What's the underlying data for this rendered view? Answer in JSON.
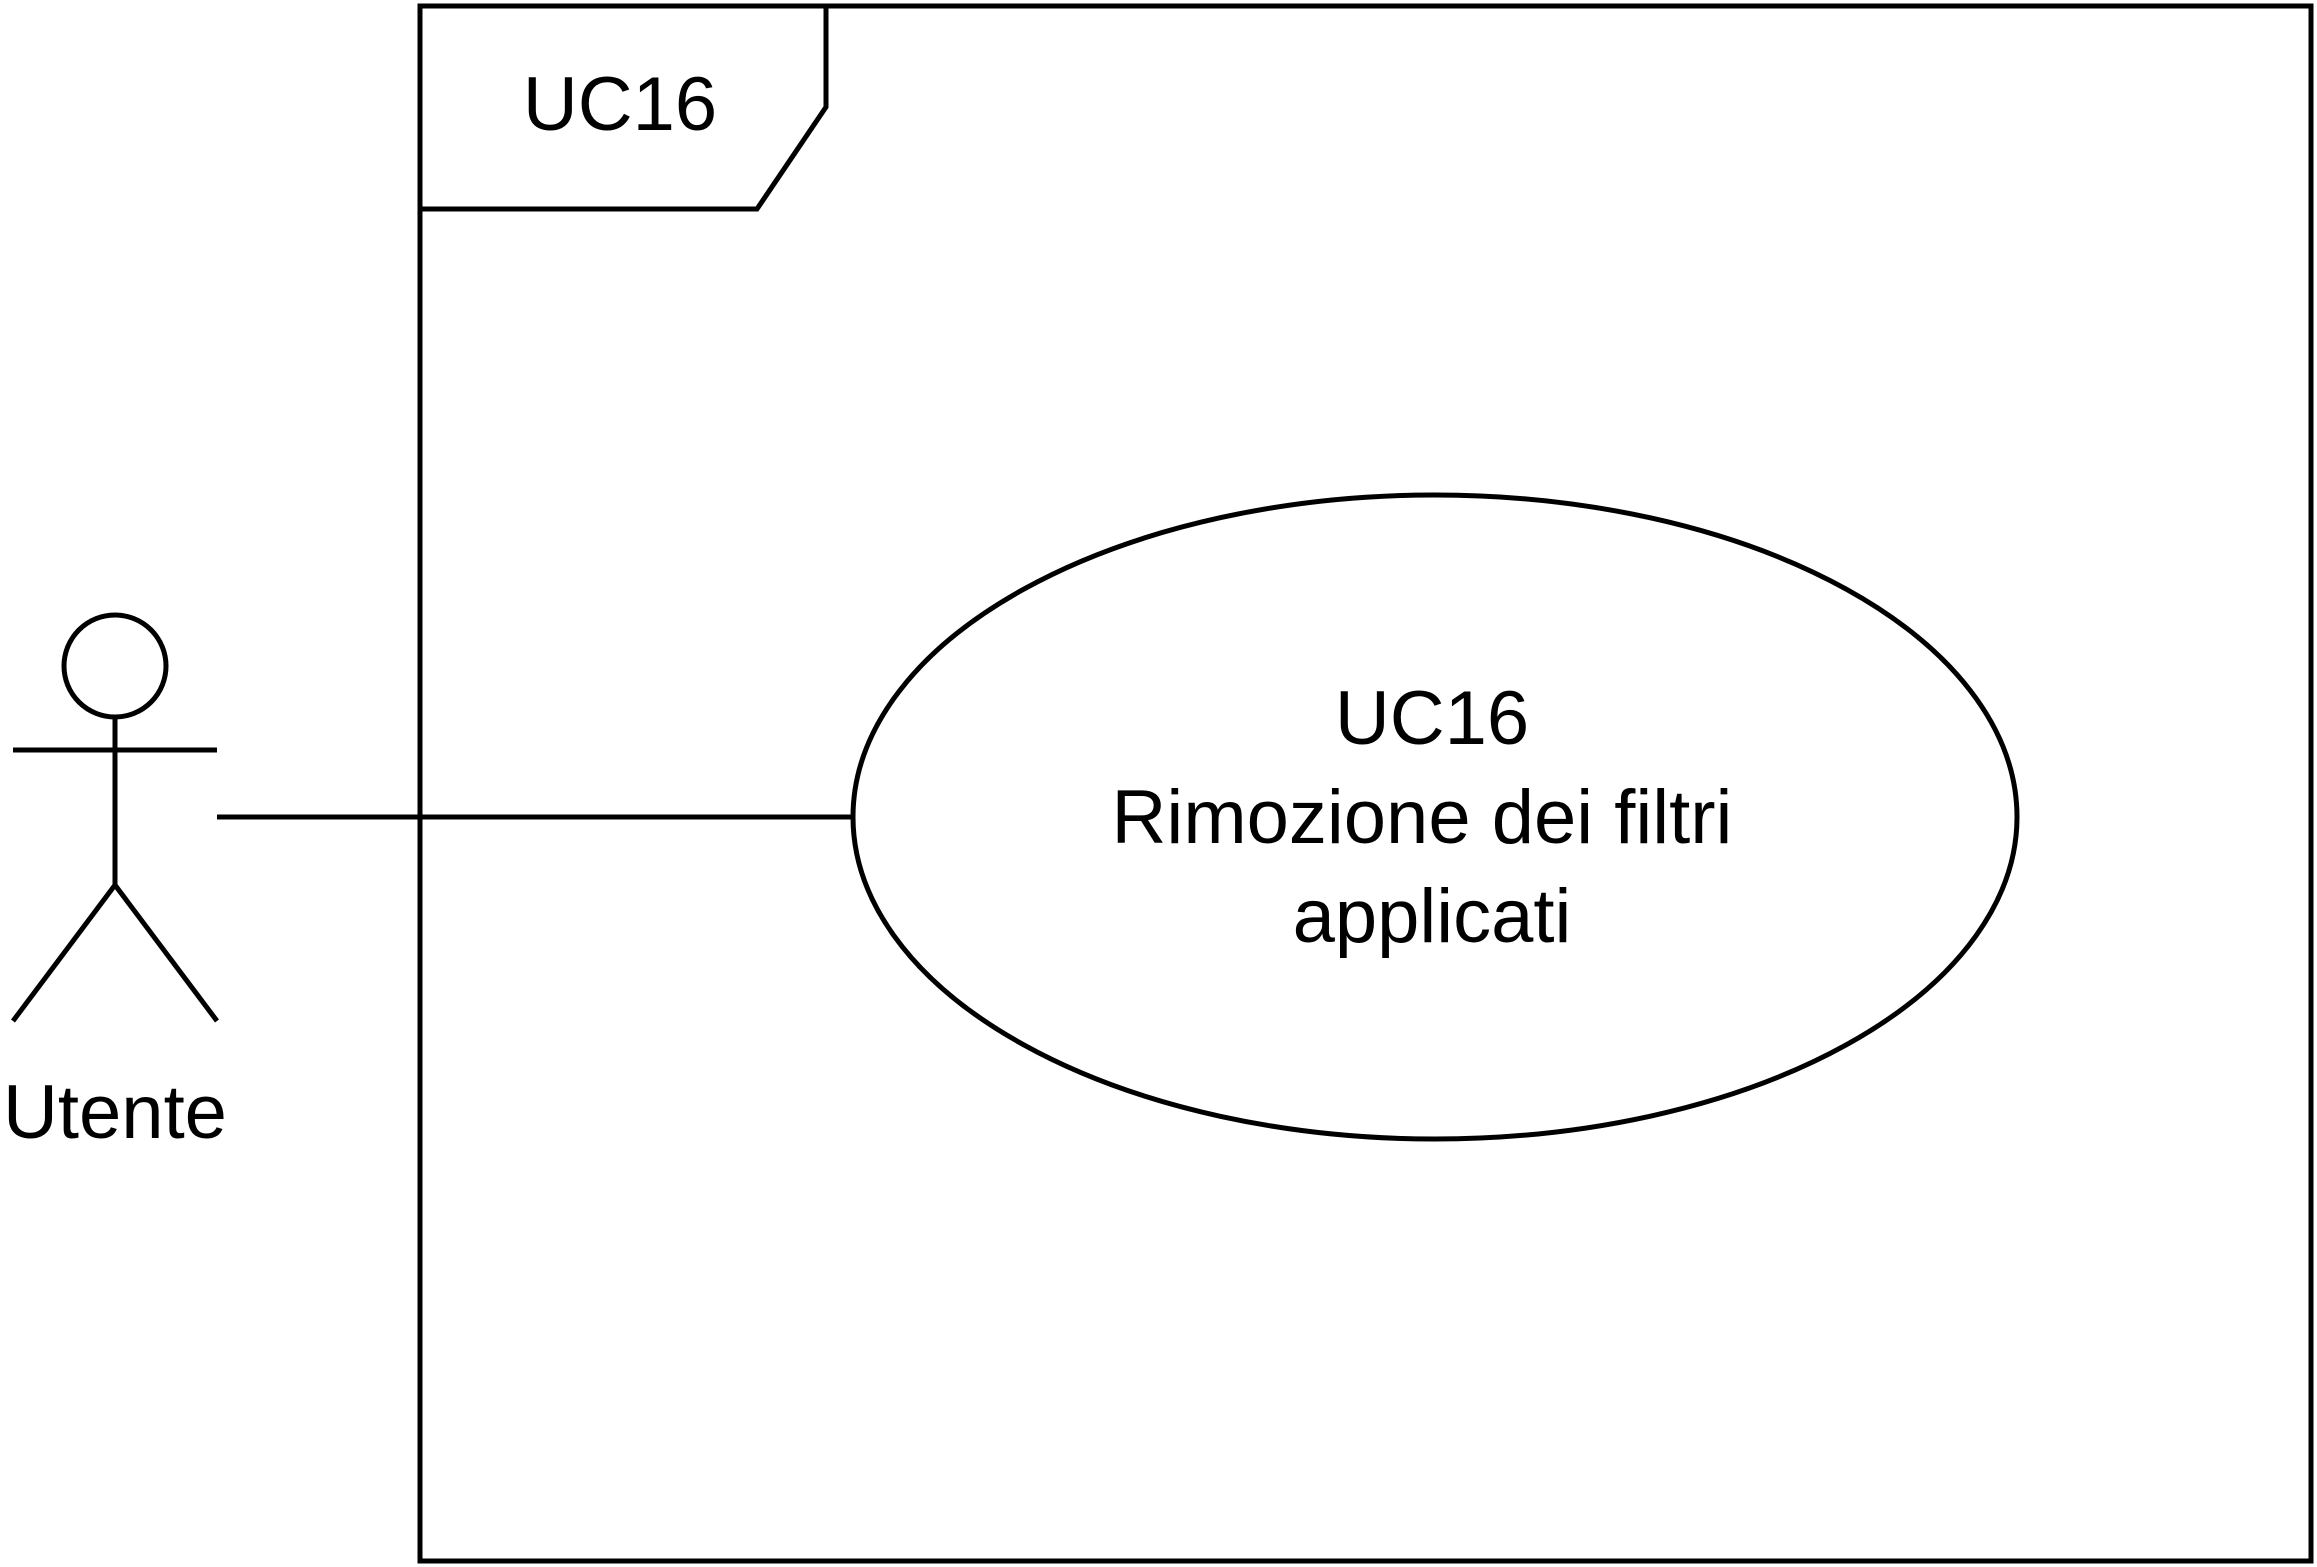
{
  "frame": {
    "tag": "UC16"
  },
  "actor": {
    "name": "Utente"
  },
  "use_case": {
    "id": "UC16",
    "title_line1": "Rimozione dei filtri",
    "title_line2": "applicati"
  },
  "colors": {
    "stroke": "#000000",
    "background": "#ffffff"
  }
}
